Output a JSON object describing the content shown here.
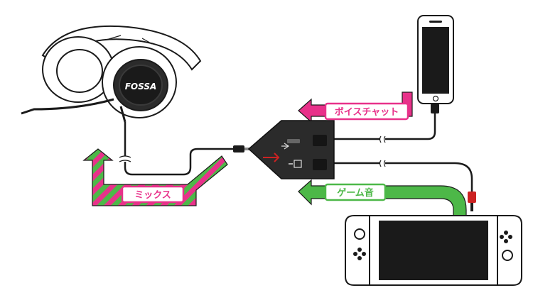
{
  "labels": {
    "voice_chat": "ボイスチャット",
    "game_audio": "ゲーム音",
    "mix": "ミックス"
  },
  "headset": {
    "brand": "FOSSA"
  },
  "colors": {
    "pink": "#e8318a",
    "green": "#4db848",
    "outline": "#1a1a1a",
    "adapter": "#2b2b2b",
    "plug_red": "#cc2222"
  },
  "icons": {
    "headset": "headset-icon",
    "smartphone": "smartphone-icon",
    "console": "game-console-icon",
    "adapter": "audio-splitter-icon"
  }
}
